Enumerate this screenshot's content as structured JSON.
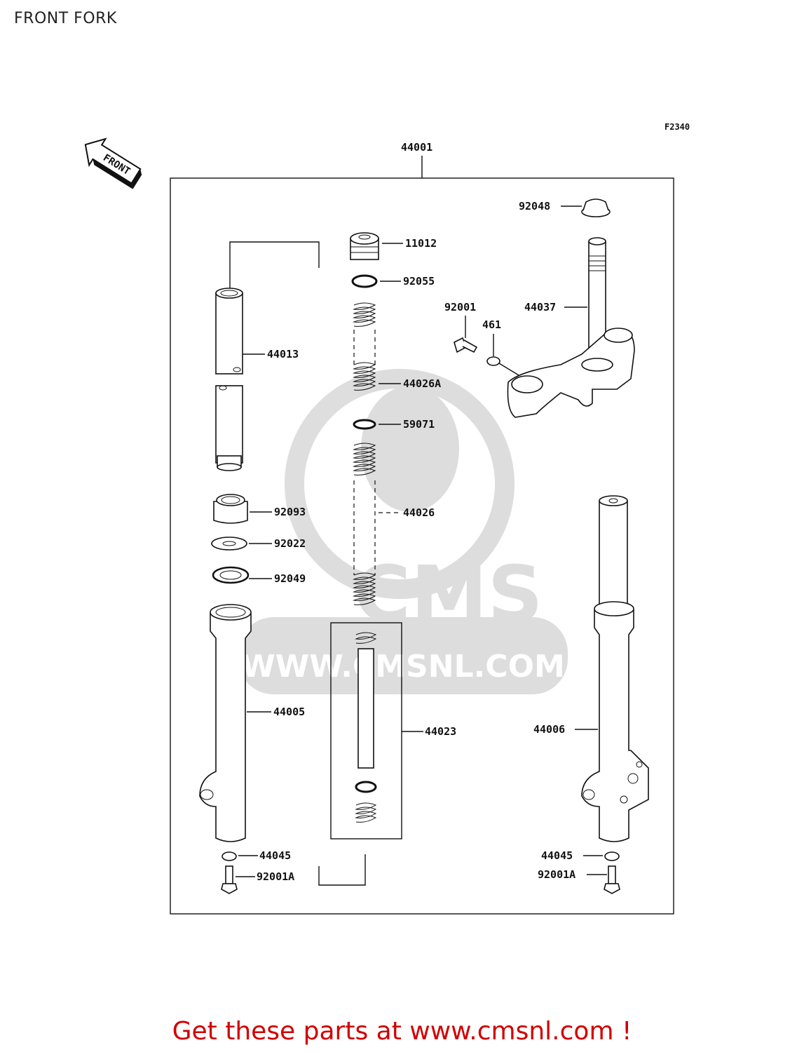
{
  "title": "FRONT FORK",
  "figure_code": "F2340",
  "direction_arrow": "FRONT",
  "watermark": {
    "brand": "CMS",
    "url": "WWW.CMSNL.COM"
  },
  "labels": {
    "p44001": "44001",
    "p92048": "92048",
    "p11012": "11012",
    "p92055": "92055",
    "p92001": "92001",
    "p461": "461",
    "p44037": "44037",
    "p44013": "44013",
    "p44026A": "44026A",
    "p59071": "59071",
    "p92093": "92093",
    "p44026": "44026",
    "p92022": "92022",
    "p92049": "92049",
    "p44005": "44005",
    "p44023": "44023",
    "p44006": "44006",
    "p44045_left": "44045",
    "p44045_right": "44045",
    "p92001A_left": "92001A",
    "p92001A_right": "92001A"
  },
  "cta": "Get these parts at www.cmsnl.com !"
}
